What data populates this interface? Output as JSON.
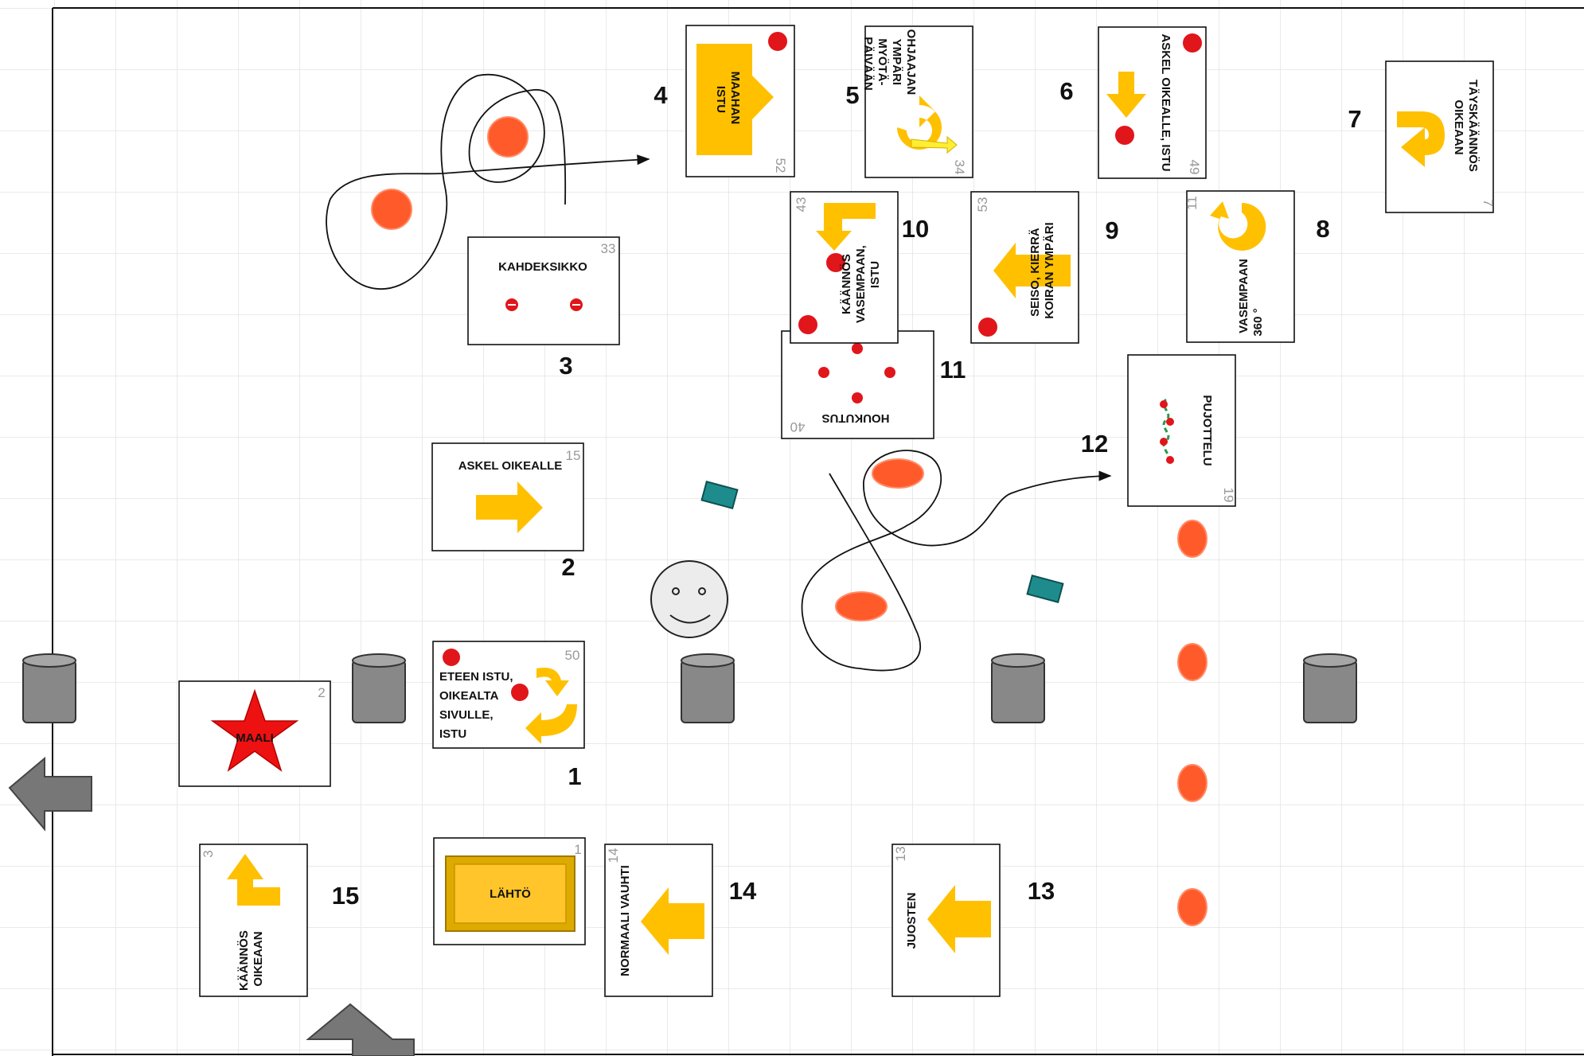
{
  "signs": [
    {
      "number": "1",
      "card_no": "50",
      "lines": [
        "ETEEN ISTU,",
        "OIKEALTA",
        "SIVULLE,",
        "ISTU"
      ]
    },
    {
      "number": "2",
      "card_no": "15",
      "lines": [
        "ASKEL OIKEALLE"
      ]
    },
    {
      "number": "3",
      "card_no": "33",
      "lines": [
        "KAHDEKSIKKO"
      ]
    },
    {
      "number": "4",
      "card_no": "52",
      "lines": [
        "MAAHAN",
        "ISTU"
      ]
    },
    {
      "number": "5",
      "card_no": "34",
      "lines": [
        "OHJAAJAN",
        "YMPÄRI",
        "MYÖTÄ-",
        "PÄIVÄÄN"
      ]
    },
    {
      "number": "6",
      "card_no": "49",
      "lines": [
        "ASKEL OIKEALLE, ISTU"
      ]
    },
    {
      "number": "7",
      "card_no": "7",
      "lines": [
        "TÄYSKÄÄNNÖS",
        "OIKEAAN"
      ]
    },
    {
      "number": "8",
      "card_no": "11",
      "lines": [
        "360 °",
        "VASEMPAAN"
      ]
    },
    {
      "number": "9",
      "card_no": "53",
      "lines": [
        "SEISO, KIERRÄ",
        "KOIRAN YMPÄRI"
      ]
    },
    {
      "number": "10",
      "card_no": "43",
      "lines": [
        "KÄÄNNÖS",
        "VASEMPAAN,",
        "ISTU"
      ]
    },
    {
      "number": "11",
      "card_no": "40",
      "lines": [
        "HOUKUTUS"
      ]
    },
    {
      "number": "12",
      "card_no": "19",
      "lines": [
        "PUJOTTELU"
      ]
    },
    {
      "number": "13",
      "card_no": "13",
      "lines": [
        "JUOSTEN"
      ]
    },
    {
      "number": "14",
      "card_no": "14",
      "lines": [
        "NORMAALI VAUHTI"
      ]
    },
    {
      "number": "15",
      "card_no": "3",
      "lines": [
        "KÄÄNNÖS",
        "OIKEAAN"
      ]
    }
  ],
  "start_sign": {
    "card_no": "1",
    "label": "LÄHTÖ"
  },
  "finish_sign": {
    "card_no": "2",
    "label": "MAALI"
  },
  "colors": {
    "arrow": "#FFC000",
    "stop": "#E0161B",
    "cone": "#FF5A2A",
    "star": "#EE1111",
    "drum": "#888888",
    "toy": "#1E8C8C",
    "grid": "#E4E4E4"
  }
}
